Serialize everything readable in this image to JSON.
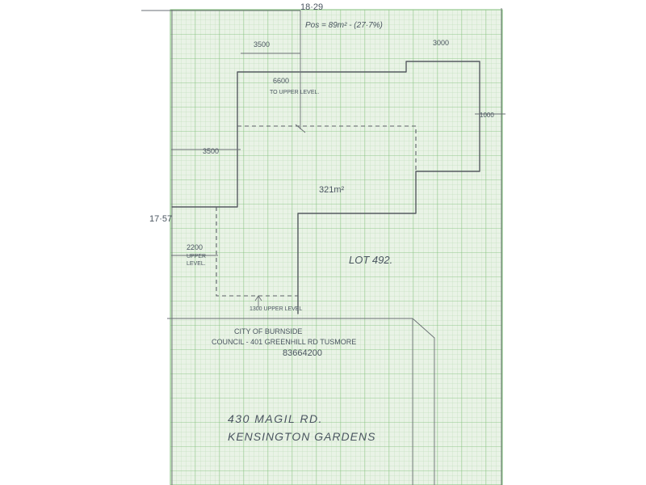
{
  "sheet": {
    "paper_color": "#e9f3e6",
    "grid_minor_color": "#b6d9b0",
    "grid_major_color": "#7fbf78",
    "ink_color": "#555a60"
  },
  "dimensions": {
    "top_frontage": "18·29",
    "pos": "Pos = 89m² - (27·7%)",
    "left_frontage": "17·57",
    "d_3500_top": "3500",
    "d_3000": "3000",
    "d_6600": "6600",
    "d_6600_note": "TO UPPER LEVEL.",
    "d_1000": "1000",
    "d_3500_left": "3500",
    "area": "321m²",
    "d_2200": "2200",
    "d_2200_note_1": "UPPER",
    "d_2200_note_2": "LEVEL.",
    "d_1300": "1300 UPPER LEVEL"
  },
  "labels": {
    "lot": "LOT 492.",
    "council_1": "CITY OF BURNSIDE",
    "council_2": "COUNCIL - 401 GREENHILL RD TUSMORE",
    "council_phone": "83664200",
    "address_1": "430 MAGIL RD.",
    "address_2": "KENSINGTON GARDENS"
  }
}
